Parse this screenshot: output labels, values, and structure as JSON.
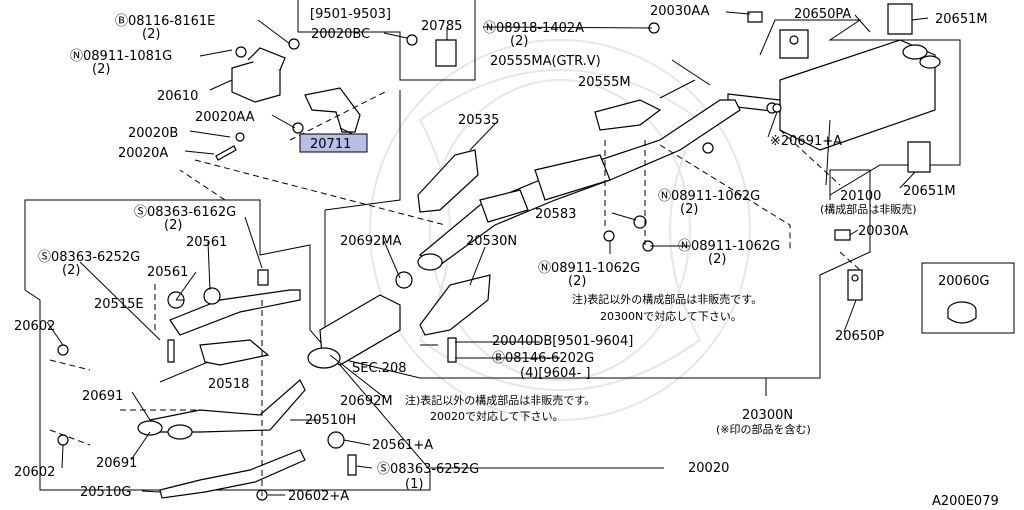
{
  "callouts": {
    "b_08116": "Ⓑ08116-8161E",
    "b_08116_qty": "(2)",
    "n_08911_1081": "Ⓝ08911-1081G",
    "n_08911_1081_qty": "(2)",
    "p20610": "20610",
    "p20020AA": "20020AA",
    "p20020B": "20020B",
    "p20020A": "20020A",
    "p20711": "20711",
    "range_9501_9503": "[9501-9503]",
    "p20785": "20785",
    "p20020BC": "20020BC",
    "n_08918": "Ⓝ08918-1402A",
    "n_08918_qty": "(2)",
    "p20030AA": "20030AA",
    "p20650PA": "20650PA",
    "p20651M_top": "20651M",
    "p20555MA": "20555MA(GTR.V)",
    "p20555M": "20555M",
    "p20535": "20535",
    "p20691A": "※20691+A",
    "n_08911_1062_a": "Ⓝ08911-1062G",
    "n_08911_1062_a_qty": "(2)",
    "p20100": "20100",
    "p20100_note": "(構成部品は非販売)",
    "p20651M_mid": "20651M",
    "s_08363_6162": "Ⓢ08363-6162G",
    "s_08363_6162_qty": "(2)",
    "p20583": "20583",
    "p20030A": "20030A",
    "p20561_a": "20561",
    "s_08363_6252_a": "Ⓢ08363-6252G",
    "s_08363_6252_a_qty": "(2)",
    "p20692MA": "20692MA",
    "p20530N": "20530N",
    "n_08911_1062_b": "Ⓝ08911-1062G",
    "n_08911_1062_b_qty": "(2)",
    "n_08911_1062_c": "Ⓝ08911-1062G",
    "n_08911_1062_c_qty": "(2)",
    "p20060G": "20060G",
    "p20561_b": "20561",
    "p20515E": "20515E",
    "note_1_line1": "注)表記以外の構成部品は非販売です。",
    "note_1_line2": "20300Nで対応して下さい。",
    "p20650P": "20650P",
    "p20602_top": "20602",
    "p20692M": "20692M",
    "p20040DB": "20040DB[9501-9604]",
    "sec208": "SEC.208",
    "b_08146": "Ⓑ08146-6202G",
    "b_08146_qty": "(4)[9604-      ]",
    "p20518": "20518",
    "p20691_a": "20691",
    "note_2_line1": "注)表記以外の構成部品は非販売です。",
    "note_2_line2": "20020で対応して下さい。",
    "p20300N": "20300N",
    "p20300N_note": "(※印の部品を含む)",
    "p20510H": "20510H",
    "p20691_b": "20691",
    "p20561A": "20561+A",
    "p20602_bottom": "20602",
    "s_08363_6252_b": "Ⓢ08363-6252G",
    "s_08363_6252_b_qty": "(1)",
    "p20020": "20020",
    "p20510G": "20510G",
    "p20602A": "20602+A",
    "diagram_code": "A200E079"
  },
  "highlight_color": "#b9bde8"
}
